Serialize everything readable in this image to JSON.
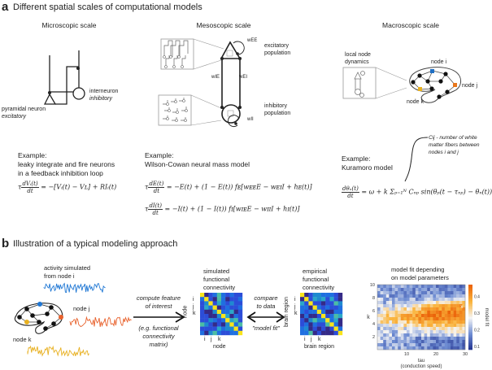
{
  "panel_a": {
    "letter": "a",
    "title": "Different spatial scales of computational models",
    "micro": {
      "title": "Microscopic scale",
      "pyramidal_label": "pyramidal neuron",
      "pyramidal_sub": "excitatory",
      "interneuron_label": "interneuron",
      "interneuron_sub": "inhibitory",
      "example_label": "Example:",
      "example_desc_1": "leaky integrate and fire neurons",
      "example_desc_2": "in a feedback inhibition loop",
      "eq_num": "dVᵢ(t)",
      "eq_den": "dt",
      "eq_lhs": "τ",
      "eq_rhs": "= −[Vᵢ(t) − Vʟ] + RIᵢ(t)"
    },
    "meso": {
      "title": "Mesoscopic scale",
      "wee": "wEE",
      "wie": "wIE",
      "wei": "wEI",
      "wii": "wII",
      "excitatory_1": "excitatory",
      "excitatory_2": "population",
      "inhibitory_1": "inhibitory",
      "inhibitory_2": "population",
      "example_label": "Example:",
      "example_desc": "Wilson-Cowan neural mass model",
      "eq1_num": "dE(t)",
      "eq1_den": "dt",
      "eq1_lhs": "τ",
      "eq1_rhs": "= −E(t) + (1 − E(t)) fᴇ[wᴇᴇE − wᴇɪI + hᴇ(t)]",
      "eq2_num": "dI(t)",
      "eq2_den": "dt",
      "eq2_lhs": "τ",
      "eq2_rhs": "= −I(t) + (1 − I(t)) fɪ[wɪᴇE − wɪɪI + hɪ(t)]"
    },
    "macro": {
      "title": "Macroscopic scale",
      "local_1": "local node",
      "local_2": "dynamics",
      "node_i": "node i",
      "node_j": "node j",
      "node_k": "node k",
      "cij_note_1": "Cij - number of white",
      "cij_note_2": "matter fibers between",
      "cij_note_3": "nodes i and j",
      "example_label": "Example:",
      "example_desc": "Kuramoro model",
      "eq_num": "dθₙ(t)",
      "eq_den": "dt",
      "eq_rhs": "= ω + k Σₚ₌₁ᴺ Cₙₚ sin(θₚ(t − τₙₚ) − θₙ(t))"
    }
  },
  "panel_b": {
    "letter": "b",
    "title": "Illustration of a typical modeling approach",
    "activity_1": "activity simulated",
    "activity_2": "from node i",
    "node_j": "node j",
    "node_k": "node k",
    "compute_1": "compute feature",
    "compute_2": "of interest",
    "compute_3": "(e.g. functional",
    "compute_4": "connectivity",
    "compute_5": "matrix)",
    "sim_fc_1": "simulated",
    "sim_fc_2": "functional",
    "sim_fc_3": "connectivity",
    "sim_axis": "node",
    "sim_ticks": [
      "i",
      "j",
      "k"
    ],
    "compare_1": "compare",
    "compare_2": "to data",
    "compare_3": "\"model fit\"",
    "emp_fc_1": "empirical",
    "emp_fc_2": "functional",
    "emp_fc_3": "connectivity",
    "emp_axis": "brain region",
    "emp_ticks": [
      "i",
      "j",
      "k"
    ],
    "fit_title_1": "model fit depending",
    "fit_title_2": "on model parameters",
    "colors": {
      "blue": "#1f77d4",
      "orange": "#e8612c",
      "yellow": "#e8b020"
    }
  },
  "chart_data": {
    "type": "heatmap",
    "title": "model fit depending on model parameters",
    "xlabel": "tau (conduction speed)",
    "ylabel": "k",
    "colorbar_label": "model fit",
    "x_ticks": [
      "10",
      "20",
      "30"
    ],
    "y_ticks": [
      "2",
      "4",
      "6",
      "8",
      "10"
    ],
    "colorbar_ticks": [
      "0.1",
      "0.2",
      "0.3",
      "0.4"
    ],
    "xlim": [
      0,
      30
    ],
    "ylim": [
      0,
      10
    ],
    "zlim": [
      0.08,
      0.47
    ],
    "colormap": "blue-white-orange",
    "description": "High fit (orange, ~0.4) for k between ~3 and ~7 at tau > 15; low fit (blue, ~0.1) for k < 2 and k > 8 at large tau",
    "max_marker": {
      "tau": 29,
      "k": 6.6,
      "symbol": "x"
    }
  }
}
